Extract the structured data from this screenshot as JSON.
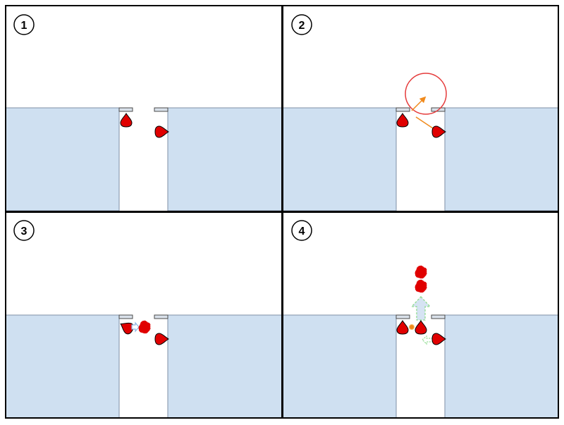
{
  "panels": [
    {
      "label": "1"
    },
    {
      "label": "2"
    },
    {
      "label": "3"
    },
    {
      "label": "4"
    }
  ],
  "colors": {
    "water": "#cfe0f1",
    "water_edge": "#7f8fa6",
    "drop": "#e00000",
    "drop_outline": "#000000",
    "circle": "#e53b3b",
    "orange": "#f08a1c",
    "arrow_blue": "#8eb4e3",
    "arrow_green": "#8fdc8f",
    "gate": "#d9e1ea",
    "border": "#000000"
  }
}
